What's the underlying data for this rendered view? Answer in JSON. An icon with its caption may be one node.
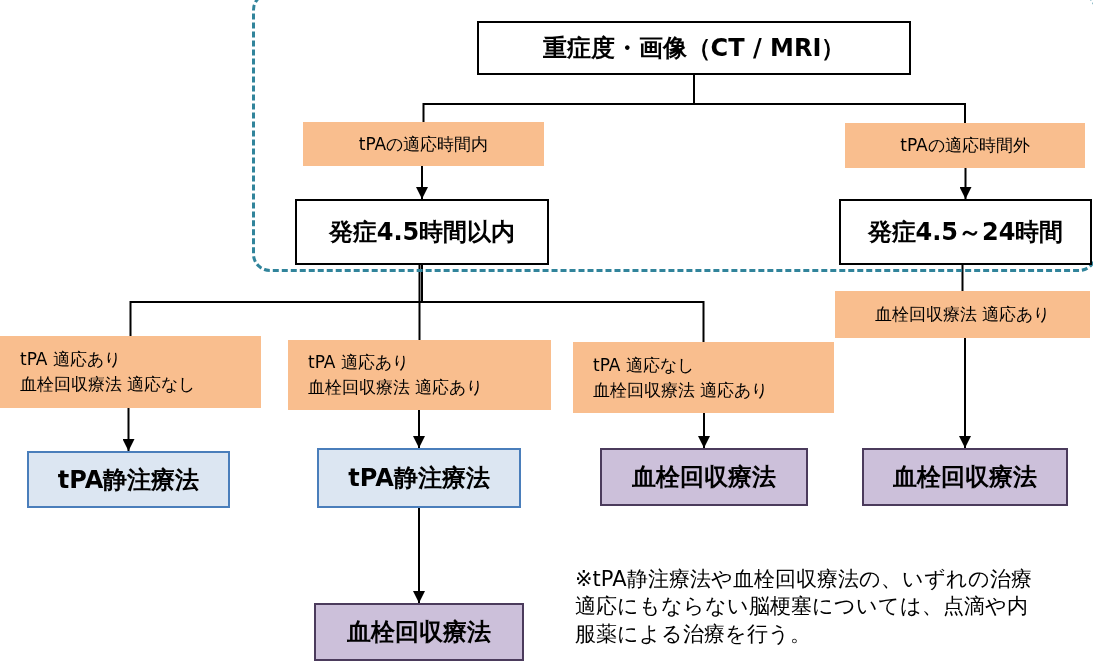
{
  "diagram": {
    "nodes": [
      {
        "text": [],
        "shape": "box"
      },
      {
        "text": [
          "重症度・画像（CT / MRI）"
        ],
        "in": 0
      },
      {
        "text": [
          "tPAの適応時間内"
        ],
        "in": 0
      },
      {
        "text": [
          "tPAの適応時間外"
        ],
        "in": 0
      },
      {
        "text": [
          "発症4.5時間以内"
        ],
        "in": 0
      },
      {
        "text": [
          "発症4.5～24時間"
        ],
        "in": 0
      },
      {
        "text": [
          "tPA 適応あり",
          "血栓回収療法 適応なし"
        ]
      },
      {
        "text": [
          "tPA 適応あり",
          "血栓回収療法 適応あり"
        ]
      },
      {
        "text": [
          "tPA 適応なし",
          "血栓回収療法 適応あり"
        ]
      },
      {
        "text": [
          "血栓回収療法 適応あり"
        ]
      },
      {
        "text": [
          "tPA静注療法"
        ]
      },
      {
        "text": [
          "tPA静注療法"
        ]
      },
      {
        "text": [
          "血栓回収療法"
        ]
      },
      {
        "text": [
          "血栓回収療法"
        ]
      },
      {
        "text": [
          "血栓回収療法"
        ]
      }
    ],
    "edges": [
      {
        "from": 1,
        "to": 2,
        "arrow": "none"
      },
      {
        "from": 1,
        "to": 3,
        "arrow": "none"
      },
      {
        "from": 2,
        "to": 4,
        "arrow": "to"
      },
      {
        "from": 3,
        "to": 5,
        "arrow": "to"
      },
      {
        "from": 4,
        "to": 6,
        "arrow": "none"
      },
      {
        "from": 4,
        "to": 7,
        "arrow": "none"
      },
      {
        "from": 4,
        "to": 8,
        "arrow": "none"
      },
      {
        "from": 5,
        "to": 9,
        "arrow": "none"
      },
      {
        "from": 6,
        "to": 10,
        "arrow": "to"
      },
      {
        "from": 7,
        "to": 11,
        "arrow": "to"
      },
      {
        "from": 8,
        "to": 12,
        "arrow": "to"
      },
      {
        "from": 9,
        "to": 13,
        "arrow": "to"
      },
      {
        "from": 11,
        "to": 14,
        "arrow": "to"
      }
    ],
    "labels": [
      "※tPA静注療法や血栓回収療法の、いずれの治療適応にもならない脳梗塞については、点滴や内服薬による治療を行う。"
    ]
  }
}
